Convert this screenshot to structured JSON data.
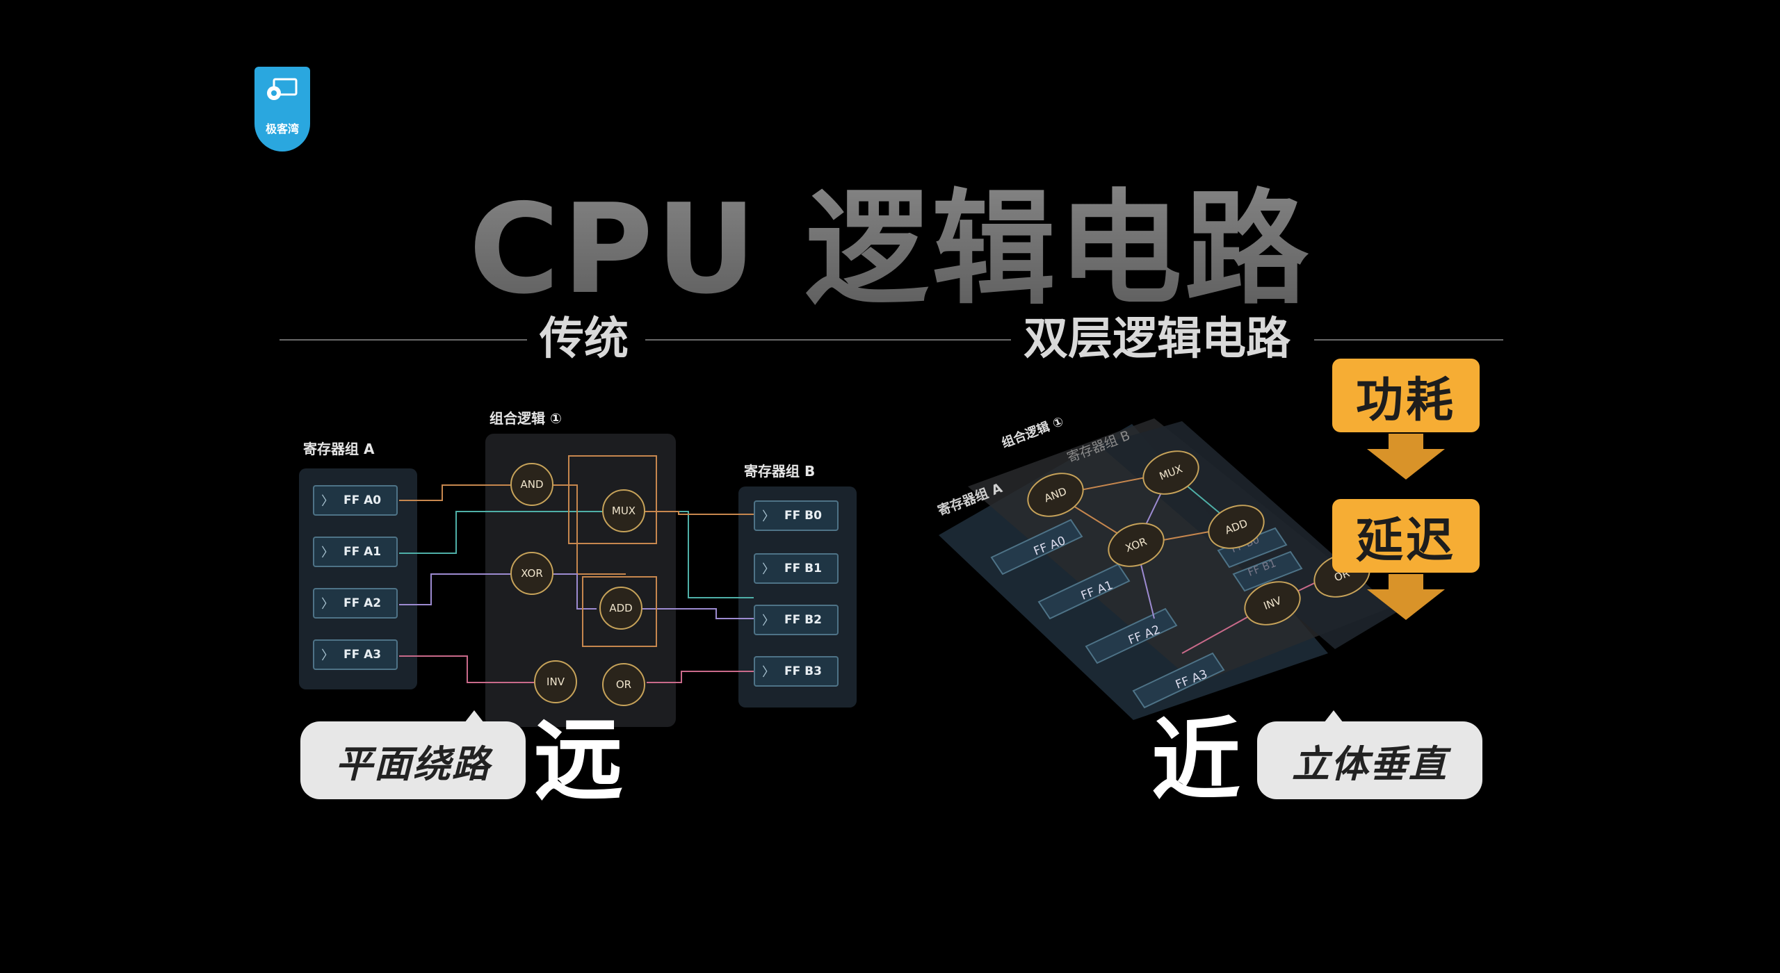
{
  "logo": {
    "text": "极客湾",
    "color": "#2aa7df"
  },
  "title": "CPU 逻辑电路",
  "sections": {
    "left": "传统",
    "right": "双层逻辑电路"
  },
  "traditional": {
    "combo_label": "组合逻辑 ①",
    "reg_a_label": "寄存器组 A",
    "reg_b_label": "寄存器组 B",
    "reg_a": [
      "FF A0",
      "FF A1",
      "FF A2",
      "FF A3"
    ],
    "reg_b": [
      "FF B0",
      "FF B1",
      "FF B2",
      "FF B3"
    ],
    "gates": {
      "and": "AND",
      "mux": "MUX",
      "xor": "XOR",
      "add": "ADD",
      "inv": "INV",
      "or": "OR"
    },
    "pill": "平面绕路",
    "char": "远"
  },
  "dual": {
    "combo_label": "组合逻辑 ①",
    "reg_a_label": "寄存器组 A",
    "reg_b_label": "寄存器组 B",
    "gates": {
      "and": "AND",
      "mux": "MUX",
      "xor": "XOR",
      "add": "ADD",
      "inv": "INV",
      "or": "OR"
    },
    "ff": [
      "FF A0",
      "FF A1",
      "FF A2",
      "FF A3"
    ],
    "ff_b": [
      "FF B0",
      "FF B1"
    ],
    "pill": "立体垂直",
    "char": "近",
    "badges": [
      "功耗",
      "延迟"
    ]
  },
  "colors": {
    "wire_orange": "#c7874e",
    "wire_teal": "#4fb0a8",
    "wire_purple": "#9d8bd1",
    "wire_pink": "#c96a8a",
    "badge": "#f6ad34"
  }
}
